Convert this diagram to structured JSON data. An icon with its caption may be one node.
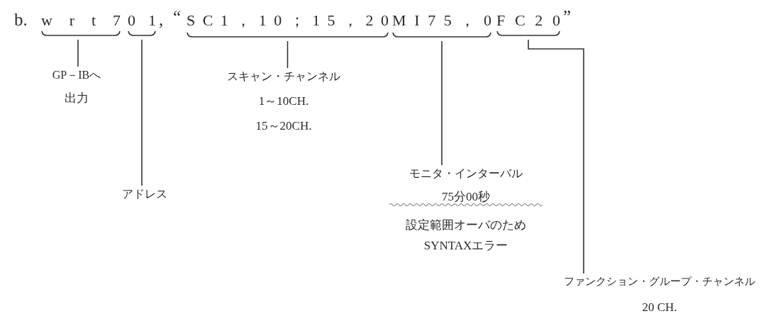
{
  "diagram": {
    "nodes": [
      {
        "text": [
          "wrt7"
        ]
      },
      {
        "text": [
          "01"
        ]
      },
      {
        "text": [
          "SC1，10；15，20"
        ]
      },
      {
        "text": [
          "MI75，0"
        ]
      },
      {
        "text": [
          "FC20"
        ]
      },
      {
        "text": [
          "GP－IBへ",
          "出力"
        ]
      },
      {
        "text": [
          "アドレス"
        ]
      },
      {
        "text": [
          "スキャン・チャンネル",
          "1～10CH.",
          "15～20CH."
        ]
      },
      {
        "text": [
          "モニタ・インターバル",
          "75分00秒",
          "設定範囲オーバのためSYNTAXエラー"
        ]
      },
      {
        "text": [
          "ファンクション・グループ・チャンネル",
          "20 CH."
        ]
      }
    ],
    "edges": [
      {
        "from": 0,
        "to": 5,
        "arrow": "none"
      },
      {
        "from": 1,
        "to": 6,
        "arrow": "none"
      },
      {
        "from": 2,
        "to": 7,
        "arrow": "none"
      },
      {
        "from": 3,
        "to": 8,
        "arrow": "none"
      },
      {
        "from": 4,
        "to": 9,
        "arrow": "none"
      }
    ],
    "labels": [
      "b.",
      ",",
      "“",
      "”"
    ]
  }
}
